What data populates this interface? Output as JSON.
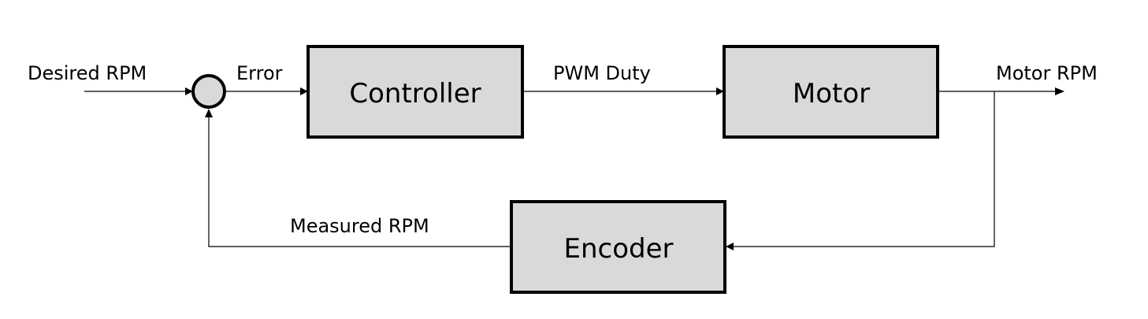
{
  "blocks": {
    "controller": "Controller",
    "motor": "Motor",
    "encoder": "Encoder"
  },
  "signals": {
    "desired_rpm": "Desired RPM",
    "error": "Error",
    "pwm_duty": "PWM Duty",
    "motor_rpm": "Motor RPM",
    "measured_rpm": "Measured RPM"
  },
  "colors": {
    "block_fill": "#d9d9d9",
    "stroke": "#000000",
    "background": "#ffffff"
  }
}
